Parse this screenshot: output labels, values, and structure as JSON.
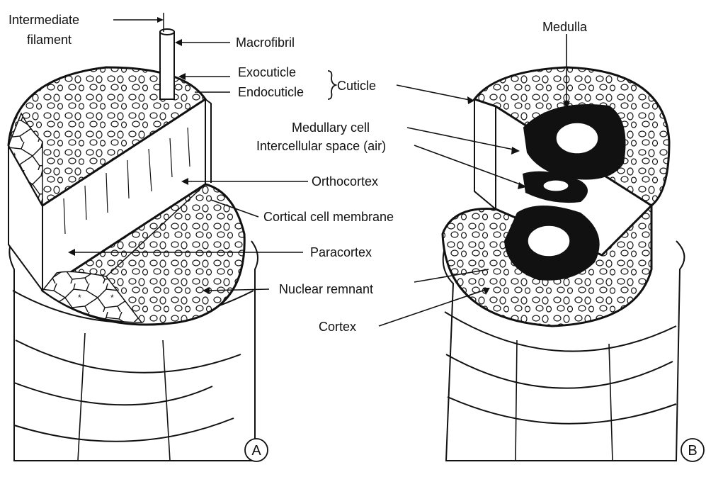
{
  "labels": {
    "intermediate_filament_line1": "Intermediate",
    "intermediate_filament_line2": "filament",
    "macrofibril": "Macrofibril",
    "exocuticle": "Exocuticle",
    "endocuticle": "Endocuticle",
    "cuticle": "Cuticle",
    "orthocortex": "Orthocortex",
    "cortical_cell_membrane": "Cortical cell membrane",
    "paracortex": "Paracortex",
    "nuclear_remnant": "Nuclear remnant",
    "cortex": "Cortex",
    "medulla": "Medulla",
    "medullary_cell": "Medullary cell",
    "intercellular_space": "Intercellular space (air)"
  },
  "panels": {
    "a": "A",
    "b": "B"
  },
  "colors": {
    "ink": "#111111",
    "paper": "#ffffff"
  }
}
